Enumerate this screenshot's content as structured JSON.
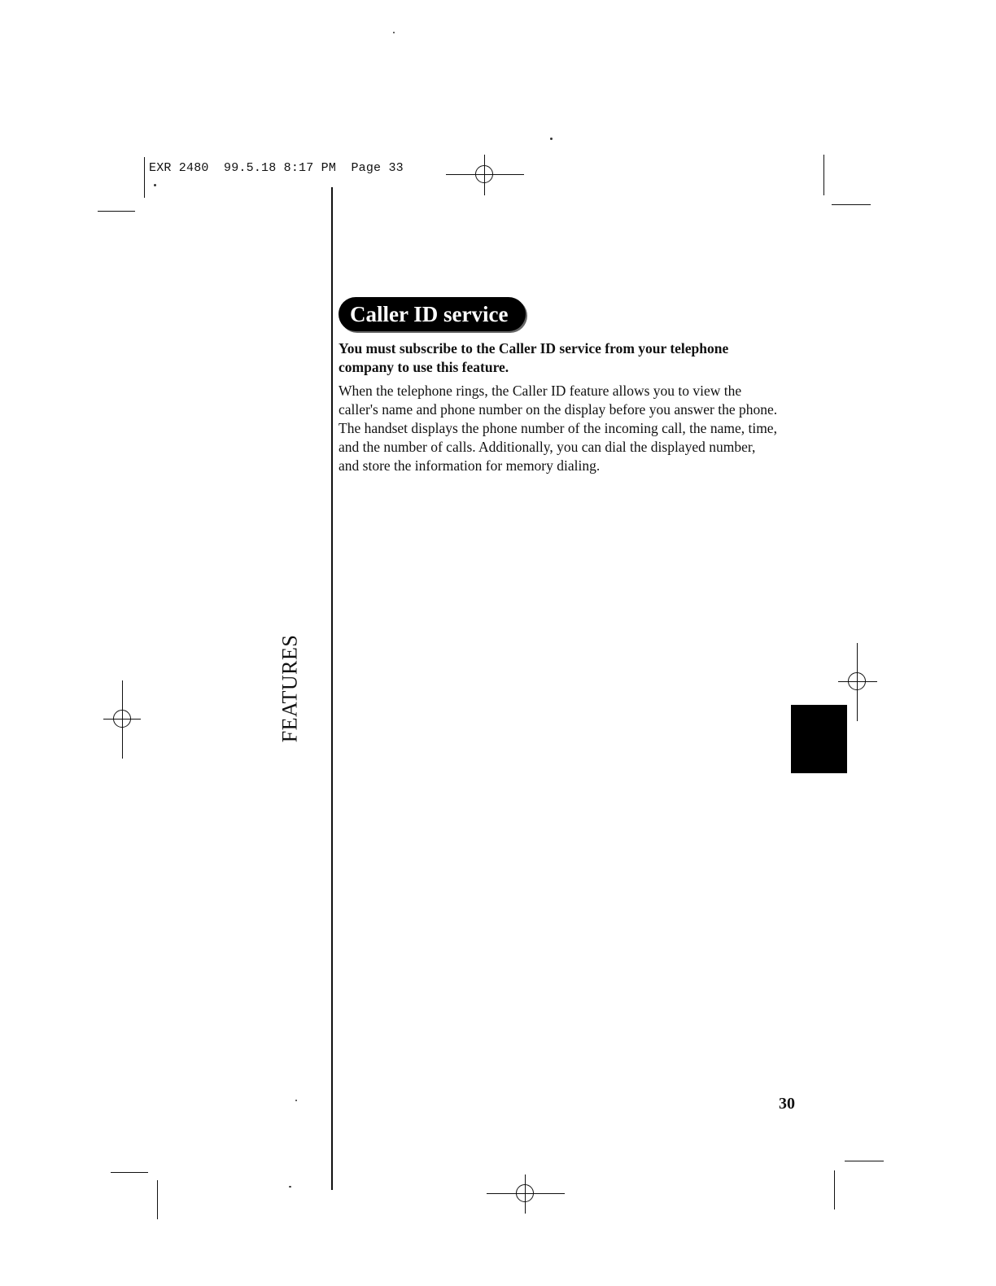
{
  "print_header": {
    "text": "EXR 2480  99.5.18 8:17 PM  Page 33"
  },
  "section": {
    "title": "Caller ID service"
  },
  "content": {
    "lead": "You must subscribe to the Caller ID service from your telephone company to use this feature.",
    "paragraph1": "When the telephone rings, the Caller ID feature allows you to view the caller's name and phone number on the display before you answer the phone.",
    "paragraph2": "The handset displays the phone number of the incoming call, the name, time, and the number of calls. Additionally, you can dial the displayed number, and store the information for memory dialing."
  },
  "side_tab": {
    "label": "FEATURES"
  },
  "page_number": "30",
  "colors": {
    "ink": "#111111",
    "pill_background": "#000000",
    "pill_text": "#ffffff",
    "paper": "#ffffff"
  }
}
